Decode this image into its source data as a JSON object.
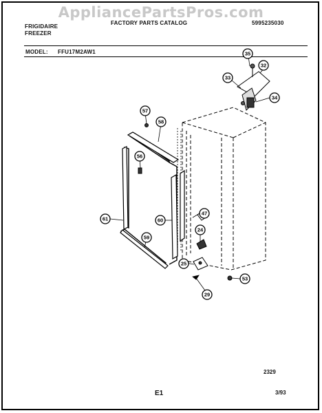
{
  "header": {
    "brand_line1": "FRIGIDAIRE",
    "brand_line2": "FREEZER",
    "catalog_title": "FACTORY PARTS CATALOG",
    "catalog_number": "5995235030",
    "model_label": "MODEL:",
    "model_value": "FFU17M2AW1",
    "watermark": "AppliancePartsPros.com"
  },
  "callouts": [
    "35",
    "32",
    "33",
    "34",
    "57",
    "58",
    "56",
    "61",
    "60",
    "47",
    "24",
    "59",
    "25",
    "53",
    "29"
  ],
  "footer": {
    "figure_number": "2329",
    "page_label": "E1",
    "date": "3/93"
  }
}
